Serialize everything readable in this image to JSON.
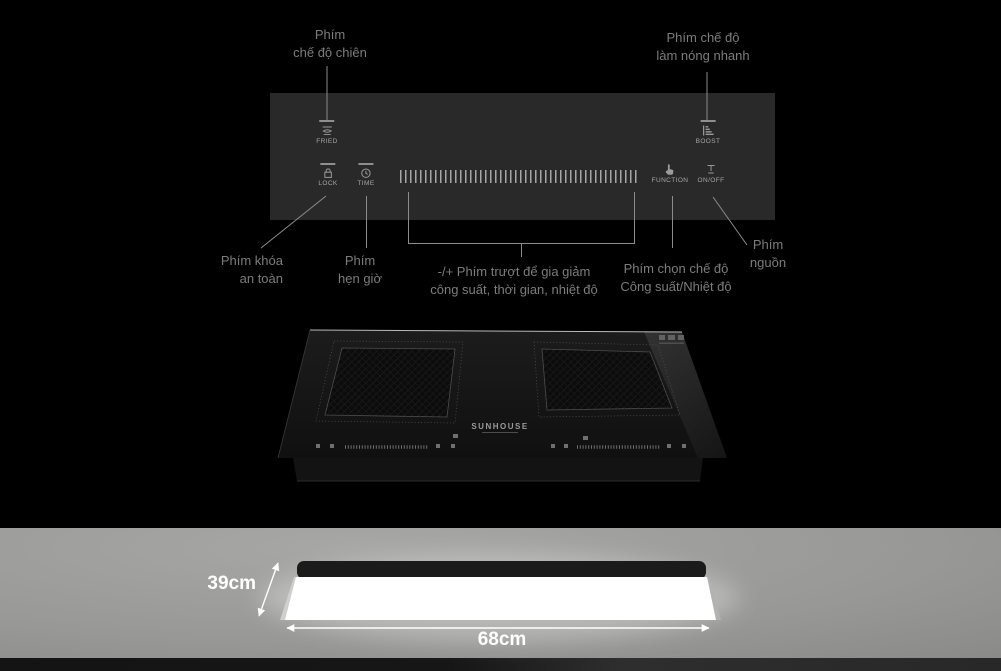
{
  "colors": {
    "background": "#000000",
    "panel": "#292929",
    "annotation_text": "#7c7c7c",
    "button_text": "#a6a6a6",
    "surface_gray": "#9a9a98",
    "dimension_text": "#ffffff"
  },
  "panel": {
    "buttons": [
      {
        "label": "FRIED",
        "icon": "pan-icon"
      },
      {
        "label": "LOCK",
        "icon": "padlock-icon"
      },
      {
        "label": "TIME",
        "icon": "clock-icon"
      },
      {
        "label": "FUNCTION",
        "icon": "hand-icon"
      },
      {
        "label": "ON/OFF",
        "icon": "power-icon"
      },
      {
        "label": "BOOST",
        "icon": "boost-bars-icon"
      }
    ],
    "slider_icon": "tick-slider"
  },
  "annotations": {
    "fried": {
      "line1": "Phím",
      "line2": "chế độ chiên"
    },
    "boost": {
      "line1": "Phím chế độ",
      "line2": "làm nóng nhanh"
    },
    "lock": {
      "line1": "Phím khóa",
      "line2": "an toàn"
    },
    "timer": {
      "line1": "Phím",
      "line2": "hẹn giờ"
    },
    "slider": {
      "line1": "-/+ Phím trượt để gia giảm",
      "line2": "công suất, thời gian, nhiệt độ"
    },
    "mode": {
      "line1": "Phím chọn chế độ",
      "line2": "Công suất/Nhiệt độ"
    },
    "power": {
      "line1": "Phím",
      "line2": "nguồn"
    }
  },
  "product": {
    "brand": "SUNHOUSE"
  },
  "dimensions": {
    "depth": "39cm",
    "width": "68cm"
  }
}
